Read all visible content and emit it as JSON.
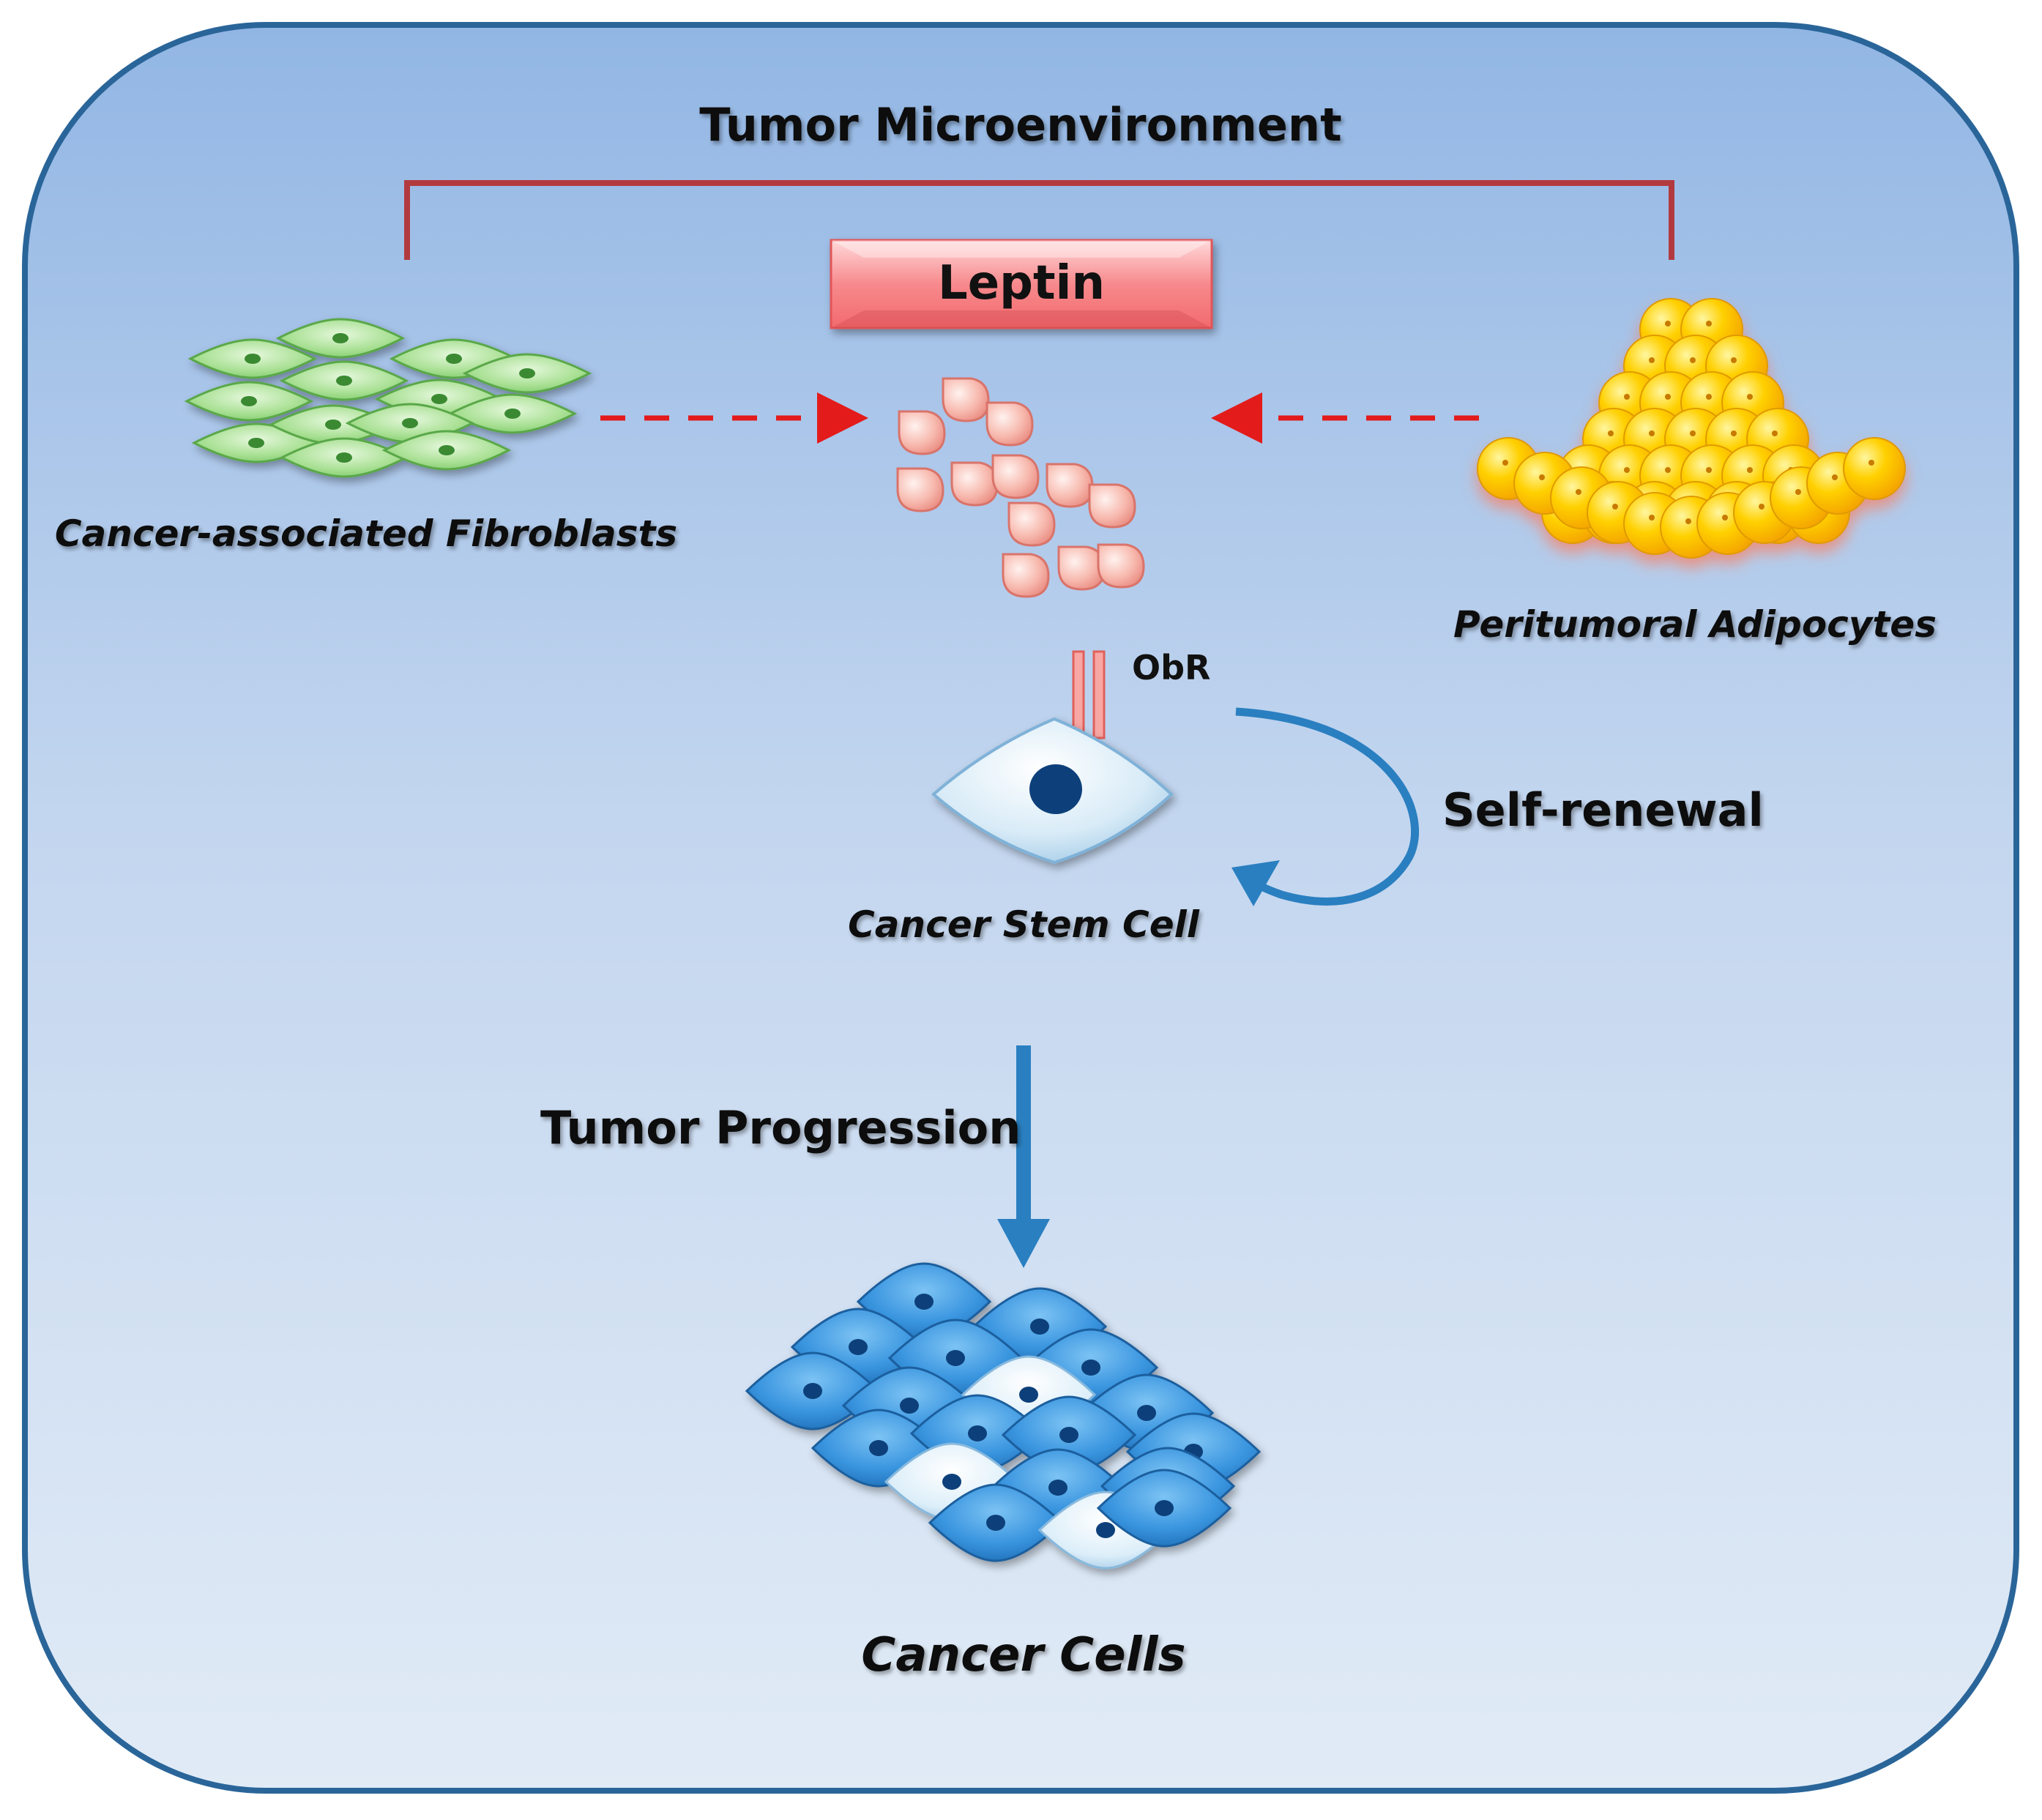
{
  "title": "Tumor Microenvironment",
  "leptin_label": "Leptin",
  "sources": {
    "fibroblasts": "Cancer-associated Fibroblasts",
    "adipocytes": "Peritumoral Adipocytes"
  },
  "receptor_label": "ObR",
  "stem_cell_label": "Cancer Stem Cell",
  "self_renewal_label": "Self-renewal",
  "progression_label": "Tumor Progression",
  "cancer_cells_label": "Cancer Cells",
  "colors": {
    "panel_top": "#92b6e4",
    "panel_bottom": "#dfe9f5",
    "panel_border": "#2a6599",
    "bracket": "#b23a3f",
    "leptin_box": "#f36a6e",
    "dashed_arrow": "#e31b1b",
    "blue_arrow": "#2a7fc0",
    "fibroblast": "#8fd67e",
    "adipocyte": "#ffc400",
    "cancer_cell": "#3a95df",
    "stem_cell": "#d9ecf8",
    "nucleus": "#0d3f7a"
  }
}
